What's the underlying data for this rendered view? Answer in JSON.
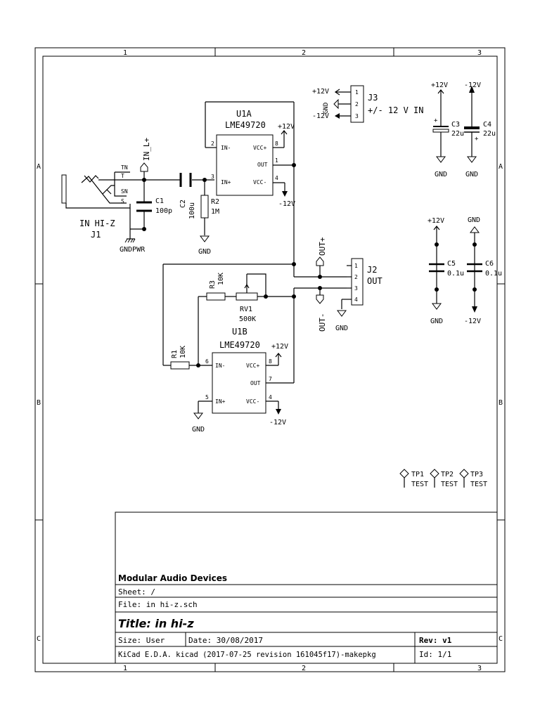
{
  "frame": {
    "col_labels": [
      "1",
      "2",
      "3"
    ],
    "row_labels": [
      "A",
      "B",
      "C"
    ]
  },
  "title_block": {
    "company": "Modular Audio Devices",
    "sheet": "Sheet: /",
    "file": "File: in hi-z.sch",
    "title": "Title: in hi-z",
    "size": "Size: User",
    "date": "Date: 30/08/2017",
    "rev": "Rev: v1",
    "tool": "KiCad E.D.A.  kicad (2017-07-25 revision 161045f17)-makepkg",
    "id": "Id: 1/1"
  },
  "components": {
    "j1": {
      "ref": "J1",
      "value": "IN HI-Z",
      "pins": [
        "TN",
        "T",
        "SN",
        "S"
      ]
    },
    "c1": {
      "ref": "C1",
      "value": "100p"
    },
    "c2": {
      "ref": "C2",
      "value": "100u"
    },
    "r2": {
      "ref": "R2",
      "value": "1M"
    },
    "u1a": {
      "ref": "U1A",
      "value": "LME49720",
      "pin_in_minus": "IN-",
      "pin_in_plus": "IN+",
      "pin_vcc_plus": "VCC+",
      "pin_vcc_minus": "VCC-",
      "pin_out": "OUT",
      "pin_nums": [
        "2",
        "3",
        "8",
        "1",
        "4"
      ]
    },
    "u1b": {
      "ref": "U1B",
      "value": "LME49720",
      "pin_in_minus": "IN-",
      "pin_in_plus": "IN+",
      "pin_vcc_plus": "VCC+",
      "pin_vcc_minus": "VCC-",
      "pin_out": "OUT",
      "pin_nums": [
        "6",
        "5",
        "8",
        "7",
        "4"
      ]
    },
    "j3": {
      "ref": "J3",
      "value": "+/- 12 V IN",
      "pins": [
        "1",
        "2",
        "3"
      ]
    },
    "j2": {
      "ref": "J2",
      "value": "OUT",
      "pins": [
        "1",
        "2",
        "3",
        "4"
      ]
    },
    "c3": {
      "ref": "C3",
      "value": "22u"
    },
    "c4": {
      "ref": "C4",
      "value": "22u"
    },
    "c5": {
      "ref": "C5",
      "value": "0.1u"
    },
    "c6": {
      "ref": "C6",
      "value": "0.1u"
    },
    "r1": {
      "ref": "R1",
      "value": "10K"
    },
    "r3": {
      "ref": "R3",
      "value": "10K"
    },
    "rv1": {
      "ref": "RV1",
      "value": "500K"
    },
    "tp": [
      {
        "ref": "TP1",
        "value": "TEST"
      },
      {
        "ref": "TP2",
        "value": "TEST"
      },
      {
        "ref": "TP3",
        "value": "TEST"
      }
    ]
  },
  "nets": {
    "p12": "+12V",
    "m12": "-12V",
    "gnd": "GND",
    "gndpwr": "GNDPWR",
    "in_l": "IN_L+",
    "out_p": "OUT+",
    "out_m": "OUT-",
    "j3_gnd": "GND"
  },
  "pin_numbers": {
    "one": "1",
    "two": "2",
    "three": "3",
    "four": "4"
  }
}
